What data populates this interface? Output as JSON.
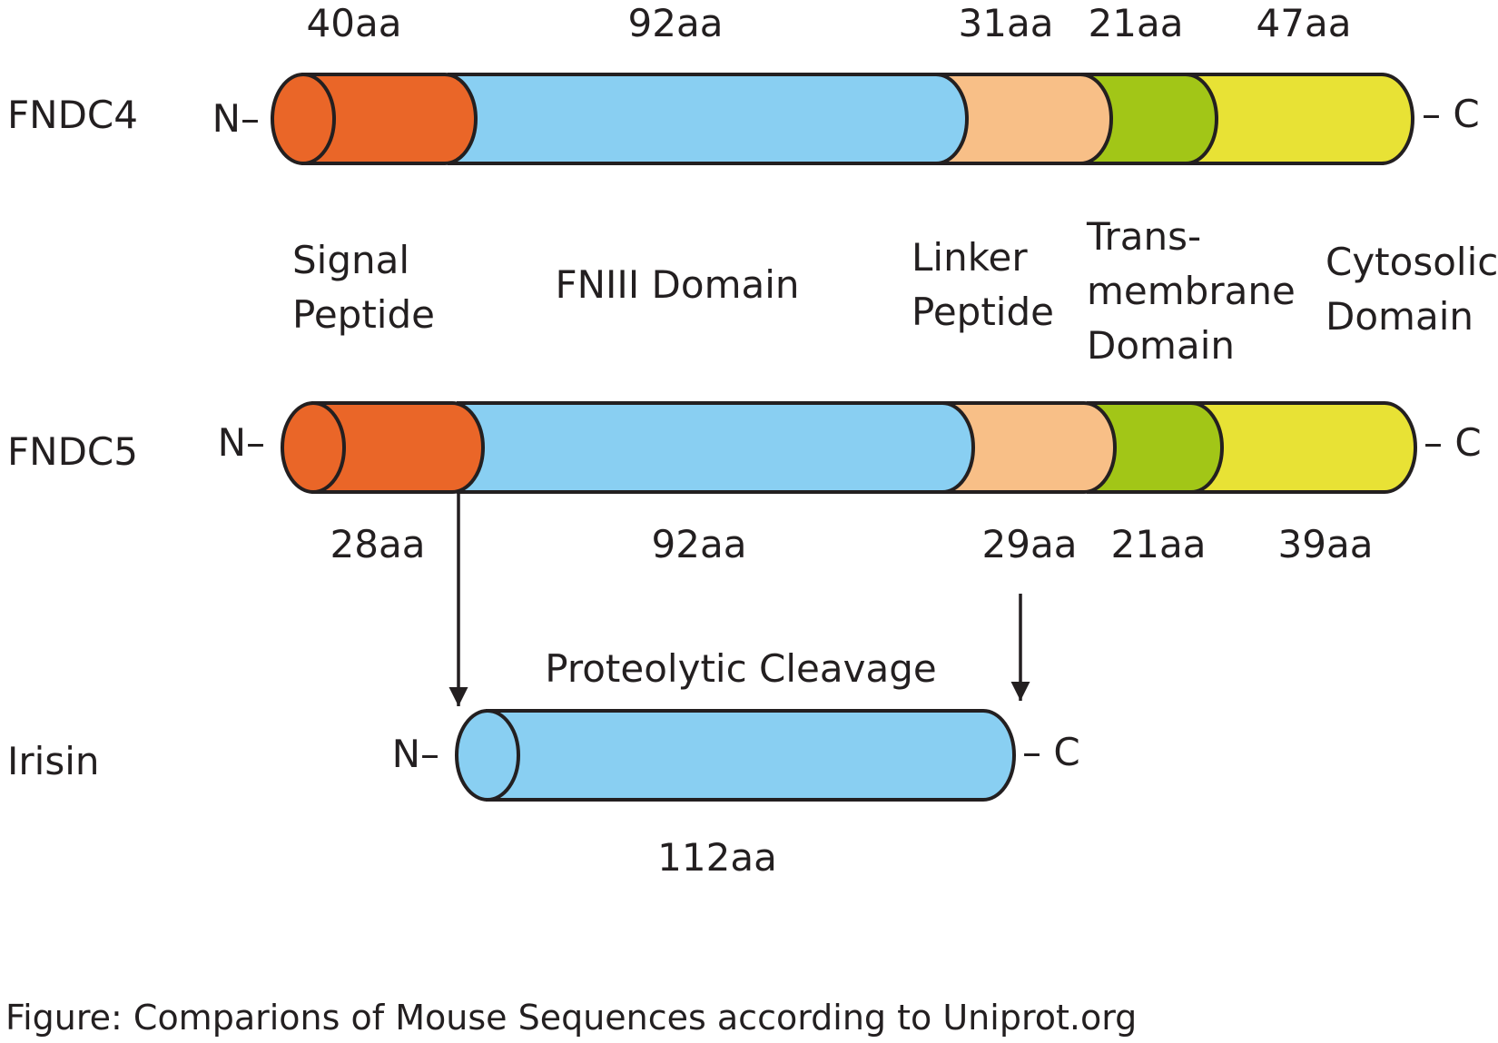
{
  "proteins": {
    "fndc4": {
      "name": "FNDC4",
      "n_term": "N–",
      "c_term": "– C",
      "lengths": [
        "40aa",
        "92aa",
        "31aa",
        "21aa",
        "47aa"
      ]
    },
    "fndc5": {
      "name": "FNDC5",
      "n_term": "N–",
      "c_term": "– C",
      "lengths": [
        "28aa",
        "92aa",
        "29aa",
        "21aa",
        "39aa"
      ]
    },
    "irisin": {
      "name": "Irisin",
      "n_term": "N–",
      "c_term": "– C",
      "length": "112aa"
    }
  },
  "domains": {
    "signal": [
      "Signal",
      "Peptide"
    ],
    "fniii": "FNIII Domain",
    "linker": [
      "Linker",
      "Peptide"
    ],
    "transmembrane": [
      "Trans-",
      "membrane",
      "Domain"
    ],
    "cytosolic": [
      "Cytosolic",
      "Domain"
    ]
  },
  "cleavage_label": "Proteolytic Cleavage",
  "caption": "Figure: Comparions of Mouse Sequences according to Uniprot.org",
  "colors": {
    "signal": "#ea6628",
    "fniii": "#89cff2",
    "linker": "#f8bf87",
    "transmembrane": "#a2c617",
    "cytosolic": "#e8e235",
    "outline": "#231f20"
  }
}
